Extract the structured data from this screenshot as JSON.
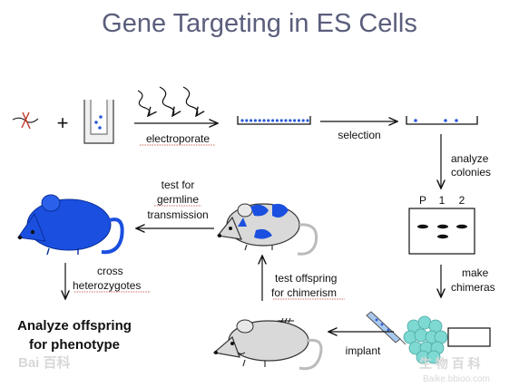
{
  "title": "Gene Targeting in ES Cells",
  "labels": {
    "electroporate": "electroporate",
    "selection": "selection",
    "analyze_l1": "analyze",
    "analyze_l2": "colonies",
    "gel_p": "P",
    "gel_1": "1",
    "gel_2": "2",
    "make_l1": "make",
    "make_l2": "chimeras",
    "implant": "implant",
    "test_offspring_l1": "test offspring",
    "test_offspring_l2": "for chimerism",
    "test_germline_l1": "test for",
    "test_germline_l2": "germline",
    "test_germline_l3": "transmission",
    "cross_l1": "cross",
    "cross_l2": "heterozygotes",
    "analyze_offspring_l1": "Analyze offspring",
    "analyze_offspring_l2": "for phenotype"
  },
  "symbols": {
    "plus": "+"
  },
  "watermark": {
    "left": "Bai 百科",
    "right_cn": "生 物 百 科",
    "right_url": "Baike.bbioo.com"
  },
  "colors": {
    "title": "#5a5e7c",
    "dots": "#2a5bd7",
    "mouse_blue": "#1a4fe0",
    "mouse_gray": "#d9d9d9",
    "cells": "#7fd9d3"
  }
}
